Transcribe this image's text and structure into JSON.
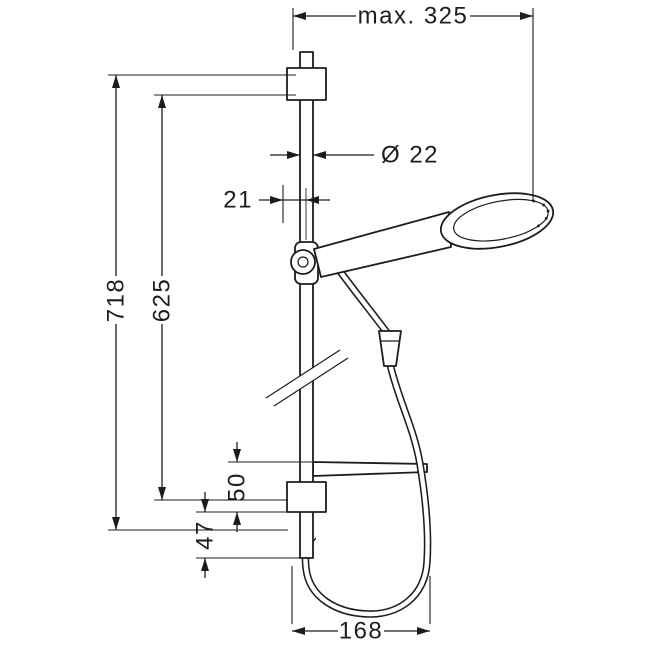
{
  "drawing": {
    "colors": {
      "line": "#1d1d1b",
      "background": "#ffffff"
    },
    "dimensions": {
      "max_width": "max. 325",
      "bar_diameter": "Ø 22",
      "center_offset": "21",
      "overall_height": "718",
      "bar_length": "625",
      "holder_to_bracket": "50",
      "bracket_to_end": "47",
      "hose_loop_depth": "168"
    }
  }
}
